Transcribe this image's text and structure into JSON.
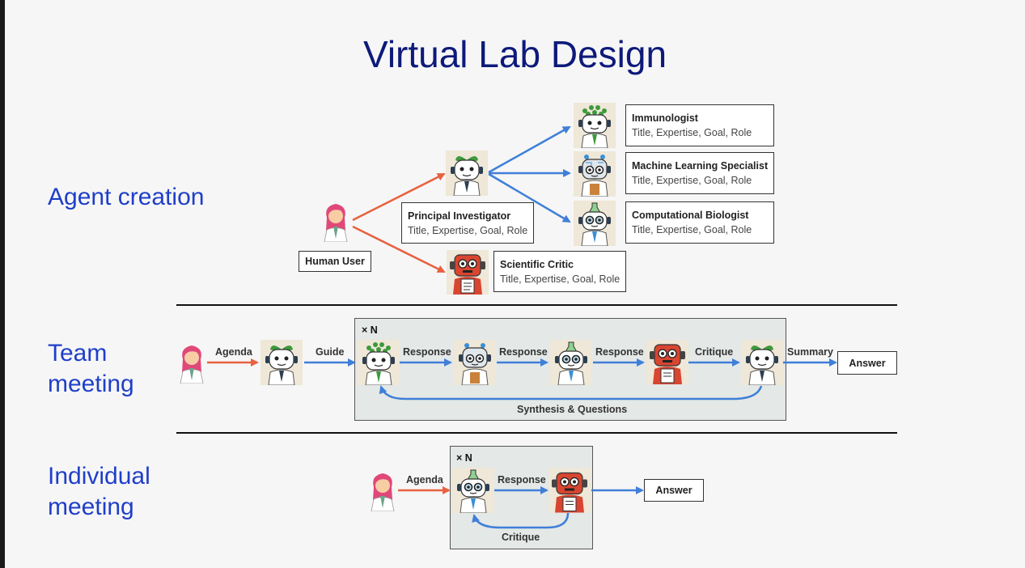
{
  "title": "Virtual Lab Design",
  "sections": {
    "agent_creation": "Agent creation",
    "team_meeting": [
      "Team",
      "meeting"
    ],
    "individual_meeting": [
      "Individual",
      "meeting"
    ]
  },
  "agent_creation": {
    "human_user": "Human User",
    "attributes": "Title, Expertise, Goal, Role",
    "principal_investigator": "Principal Investigator",
    "scientific_critic": "Scientific Critic",
    "specialists": [
      "Immunologist",
      "Machine Learning Specialist",
      "Computational Biologist"
    ]
  },
  "team_meeting": {
    "repeat": "× N",
    "agenda": "Agenda",
    "guide": "Guide",
    "responses": [
      "Response",
      "Response",
      "Response"
    ],
    "critique": "Critique",
    "summary": "Summary",
    "loop": "Synthesis & Questions",
    "answer": "Answer"
  },
  "individual_meeting": {
    "repeat": "× N",
    "agenda": "Agenda",
    "response": "Response",
    "critique": "Critique",
    "answer": "Answer"
  },
  "colors": {
    "title": "#0d1a7a",
    "section": "#1f3fc8",
    "human_arrow": "#e8613f",
    "agent_arrow": "#3f7fd8"
  }
}
